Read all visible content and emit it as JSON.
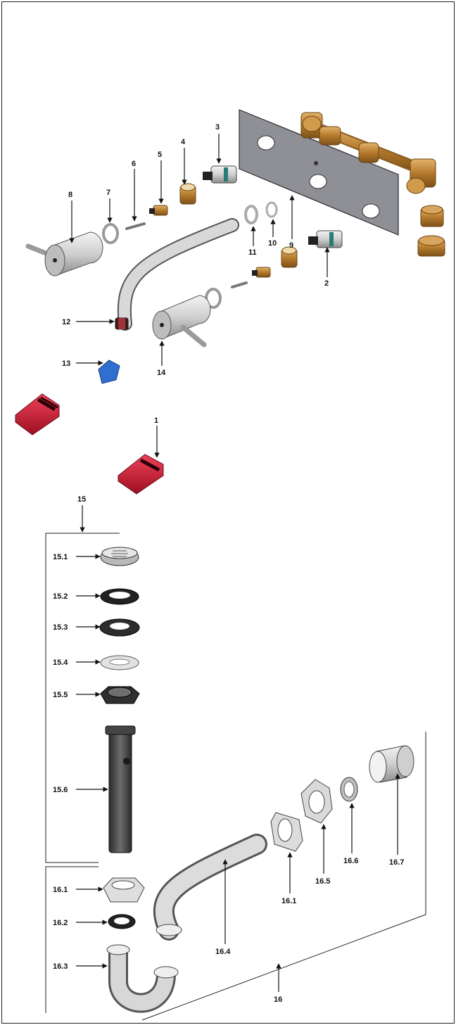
{
  "labels": {
    "l1": "1",
    "l2": "2",
    "l3": "3",
    "l4": "4",
    "l5": "5",
    "l6": "6",
    "l7": "7",
    "l8": "8",
    "l9": "9",
    "l10": "10",
    "l11": "11",
    "l12": "12",
    "l13": "13",
    "l14": "14",
    "l15": "15",
    "l15_1": "15.1",
    "l15_2": "15.2",
    "l15_3": "15.3",
    "l15_4": "15.4",
    "l15_5": "15.5",
    "l15_6": "15.6",
    "l16": "16",
    "l16_1a": "16.1",
    "l16_2": "16.2",
    "l16_3": "16.3",
    "l16_4": "16.4",
    "l16_1b": "16.1",
    "l16_5": "16.5",
    "l16_6": "16.6",
    "l16_7": "16.7"
  }
}
